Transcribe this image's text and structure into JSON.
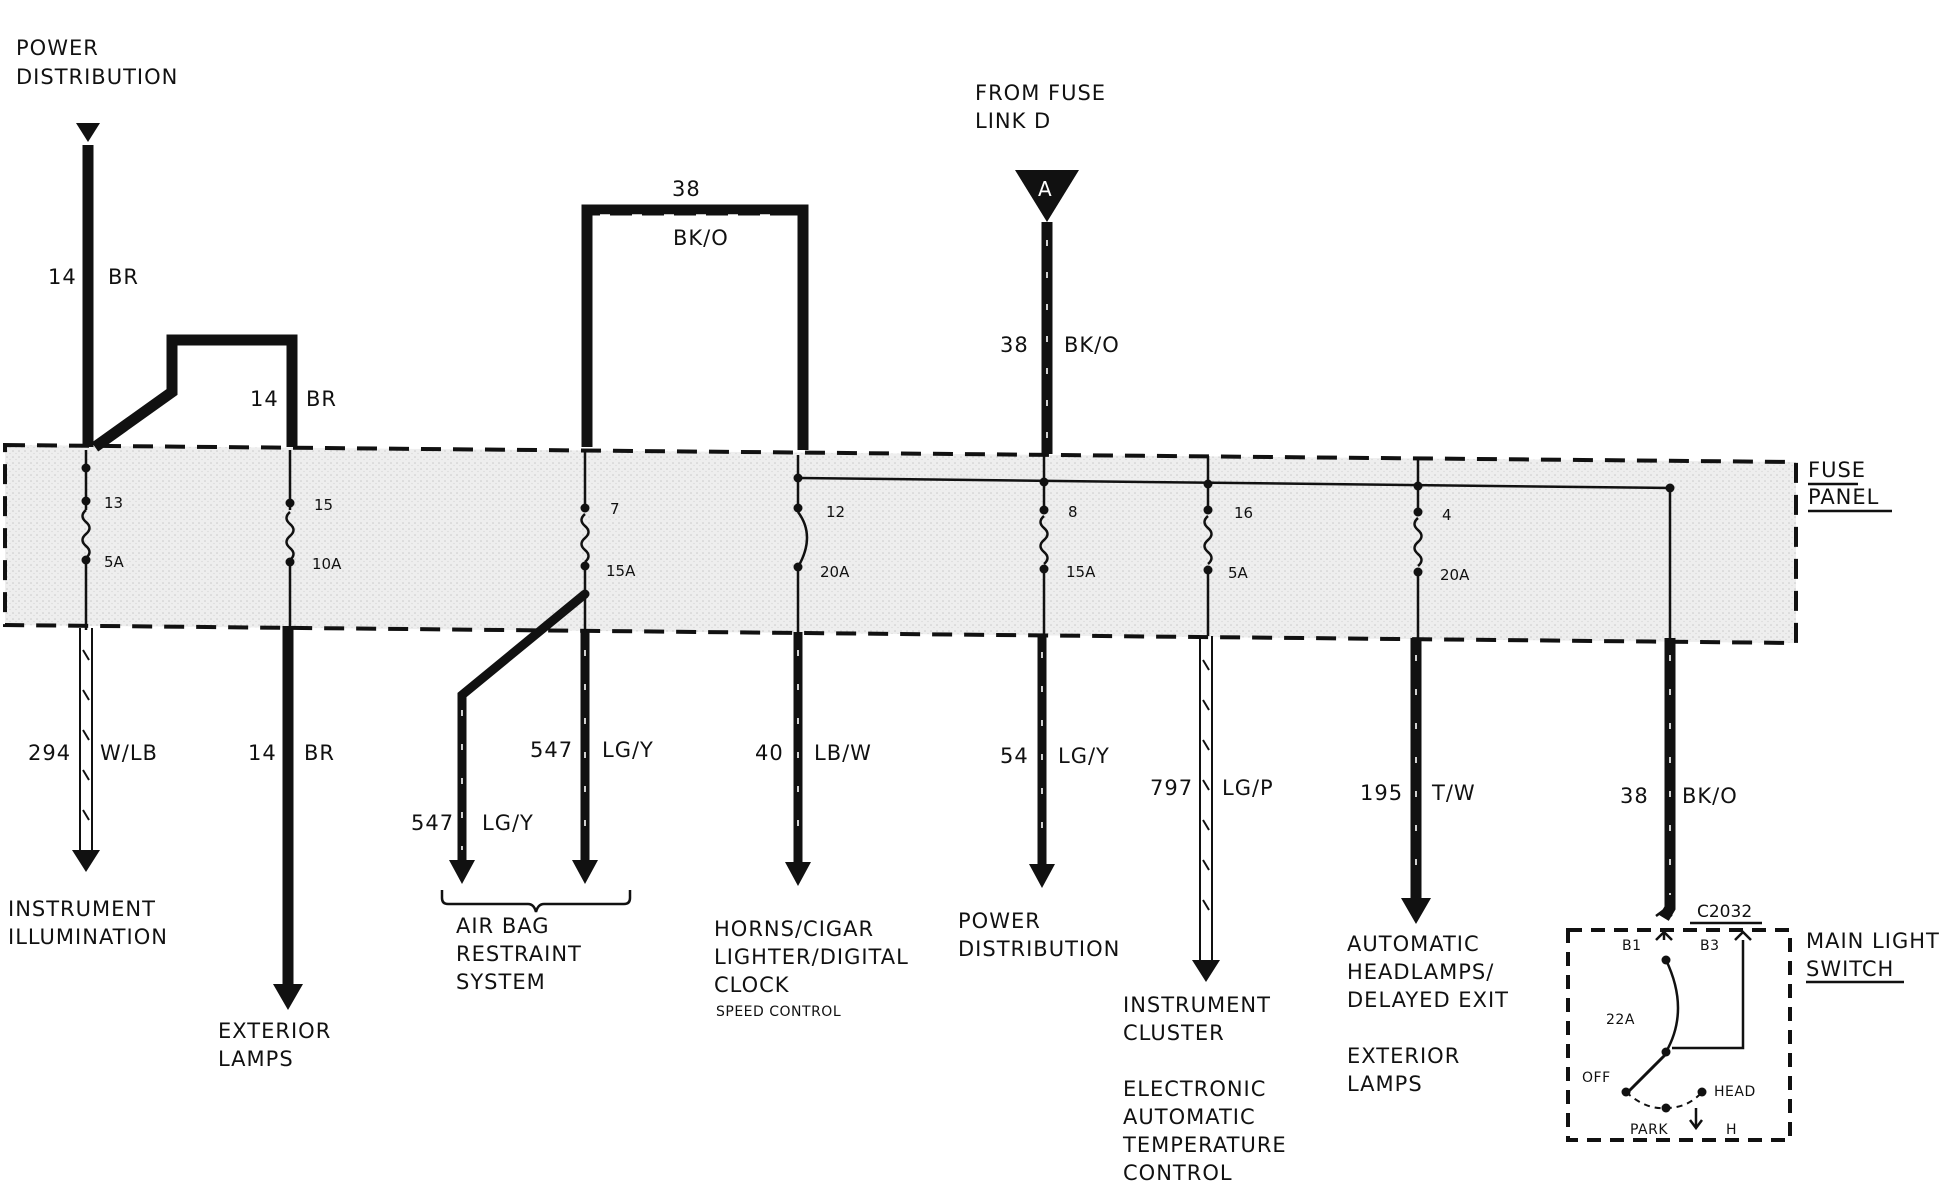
{
  "colors": {
    "line": "#111111",
    "panel_fill": "#ebebeb",
    "background": "#ffffff"
  },
  "top_labels": {
    "power_distribution_1": "POWER",
    "power_distribution_2": "DISTRIBUTION",
    "from_fuse_1": "FROM  FUSE",
    "from_fuse_2": "LINK D",
    "connector_a": "A"
  },
  "fuse_panel": {
    "label_1": "FUSE",
    "label_2": "PANEL"
  },
  "upper_wires": [
    {
      "gauge": "14",
      "color": "BR"
    },
    {
      "gauge": "14",
      "color": "BR"
    },
    {
      "gauge": "38",
      "color": "BK/O"
    },
    {
      "gauge": "38",
      "color": "BK/O"
    }
  ],
  "fuses": [
    {
      "number": "13",
      "rating": "5A"
    },
    {
      "number": "15",
      "rating": "10A"
    },
    {
      "number": "7",
      "rating": "15A"
    },
    {
      "number": "12",
      "rating": "20A"
    },
    {
      "number": "8",
      "rating": "15A"
    },
    {
      "number": "16",
      "rating": "5A"
    },
    {
      "number": "4",
      "rating": "20A"
    }
  ],
  "lower_wires": [
    {
      "gauge": "294",
      "color": "W/LB"
    },
    {
      "gauge": "14",
      "color": "BR"
    },
    {
      "gauge": "547",
      "color": "LG/Y"
    },
    {
      "gauge": "547",
      "color": "LG/Y"
    },
    {
      "gauge": "40",
      "color": "LB/W"
    },
    {
      "gauge": "54",
      "color": "LG/Y"
    },
    {
      "gauge": "797",
      "color": "LG/P"
    },
    {
      "gauge": "195",
      "color": "T/W"
    },
    {
      "gauge": "38",
      "color": "BK/O"
    }
  ],
  "destinations": {
    "instrument_illumination": [
      "INSTRUMENT",
      "ILLUMINATION"
    ],
    "exterior_lamps": [
      "EXTERIOR",
      "LAMPS"
    ],
    "air_bag": [
      "AIR BAG",
      "RESTRAINT",
      "SYSTEM"
    ],
    "horns": [
      "HORNS/CIGAR",
      "LIGHTER/DIGITAL",
      "CLOCK"
    ],
    "speed_control": "SPEED CONTROL",
    "power_distribution": [
      "POWER",
      "DISTRIBUTION"
    ],
    "instrument_cluster": [
      "INSTRUMENT",
      "CLUSTER"
    ],
    "eatc": [
      "ELECTRONIC",
      "AUTOMATIC",
      "TEMPERATURE",
      "CONTROL"
    ],
    "auto_headlamps": [
      "AUTOMATIC",
      "HEADLAMPS/",
      "DELAYED EXIT"
    ],
    "exterior_lamps_2": [
      "EXTERIOR",
      "LAMPS"
    ]
  },
  "main_light_switch": {
    "connector": "C2032",
    "label_1": "MAIN LIGHT",
    "label_2": "SWITCH",
    "pin_b1": "B1",
    "pin_b3": "B3",
    "circuit": "22A",
    "off": "OFF",
    "head": "HEAD",
    "park": "PARK",
    "h": "H"
  }
}
